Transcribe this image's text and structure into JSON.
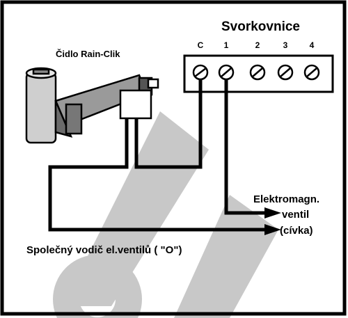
{
  "terminal_block": {
    "title": "Svorkovnice",
    "terminals": [
      "C",
      "1",
      "2",
      "3",
      "4"
    ]
  },
  "sensor": {
    "label": "Čidlo Rain-Clik"
  },
  "valve_label": {
    "line1": "Elektromagn.",
    "line2": "ventil",
    "line3": "(cívka)"
  },
  "common_wire_label": "Společný vodič el.ventilů ( \"O\")",
  "watermark_color": "#c8c8c8"
}
